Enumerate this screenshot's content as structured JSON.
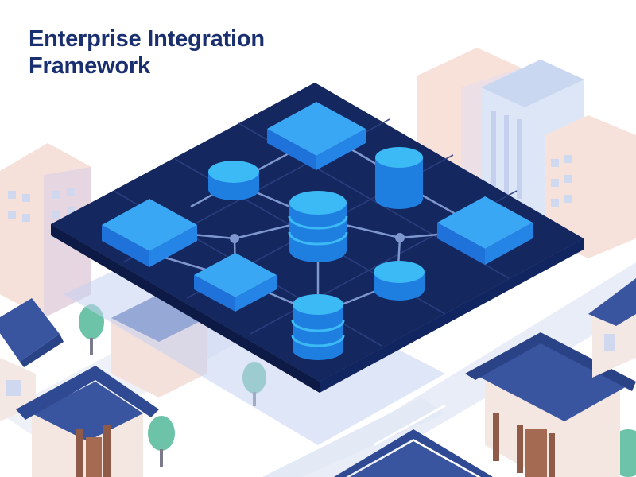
{
  "header": {
    "title_line_1": "Enterprise Integration",
    "title_line_2": "Framework"
  },
  "colors": {
    "platform": "#14275f",
    "platform_edge": "#0f1f52",
    "block_top": "#3aa2f2",
    "block_side": "#1f6fd8",
    "cylinder_top": "#3bb6f4",
    "cylinder_body": "#1e82e0",
    "connector": "#7e93c9",
    "title": "#1a2f6f",
    "roof": "#344f96",
    "building_pink": "#f6ddd7",
    "building_blue": "#dfe7f7",
    "ground": "#e8ecf6",
    "tree": "#68c1a6"
  },
  "icons": {
    "platform": "network-platform",
    "module": "isometric-block-icon",
    "database": "database-cylinder-icon",
    "node": "junction-dot-icon"
  }
}
